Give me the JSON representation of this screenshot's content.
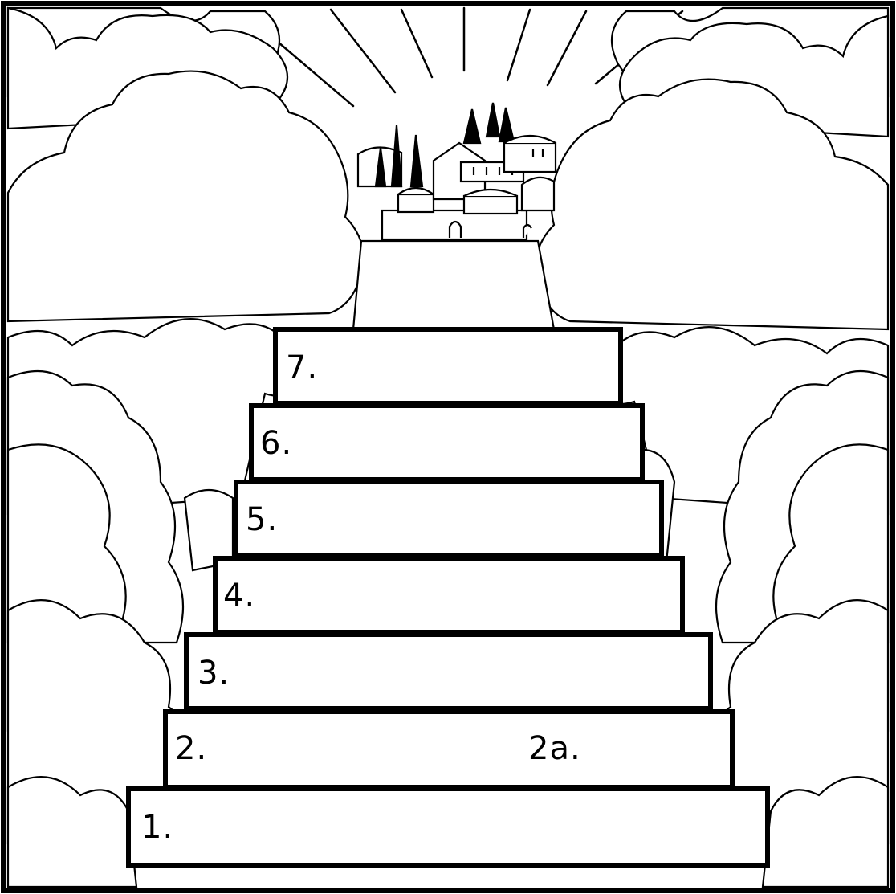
{
  "worksheet": {
    "steps": [
      {
        "number": "1."
      },
      {
        "number": "2.",
        "extra": "2a."
      },
      {
        "number": "3."
      },
      {
        "number": "4."
      },
      {
        "number": "5."
      },
      {
        "number": "6."
      },
      {
        "number": "7."
      }
    ]
  },
  "colors": {
    "ink": "#000000",
    "paper": "#ffffff"
  },
  "icons": [
    "cloud-icon",
    "city-icon",
    "sun-rays-icon"
  ]
}
